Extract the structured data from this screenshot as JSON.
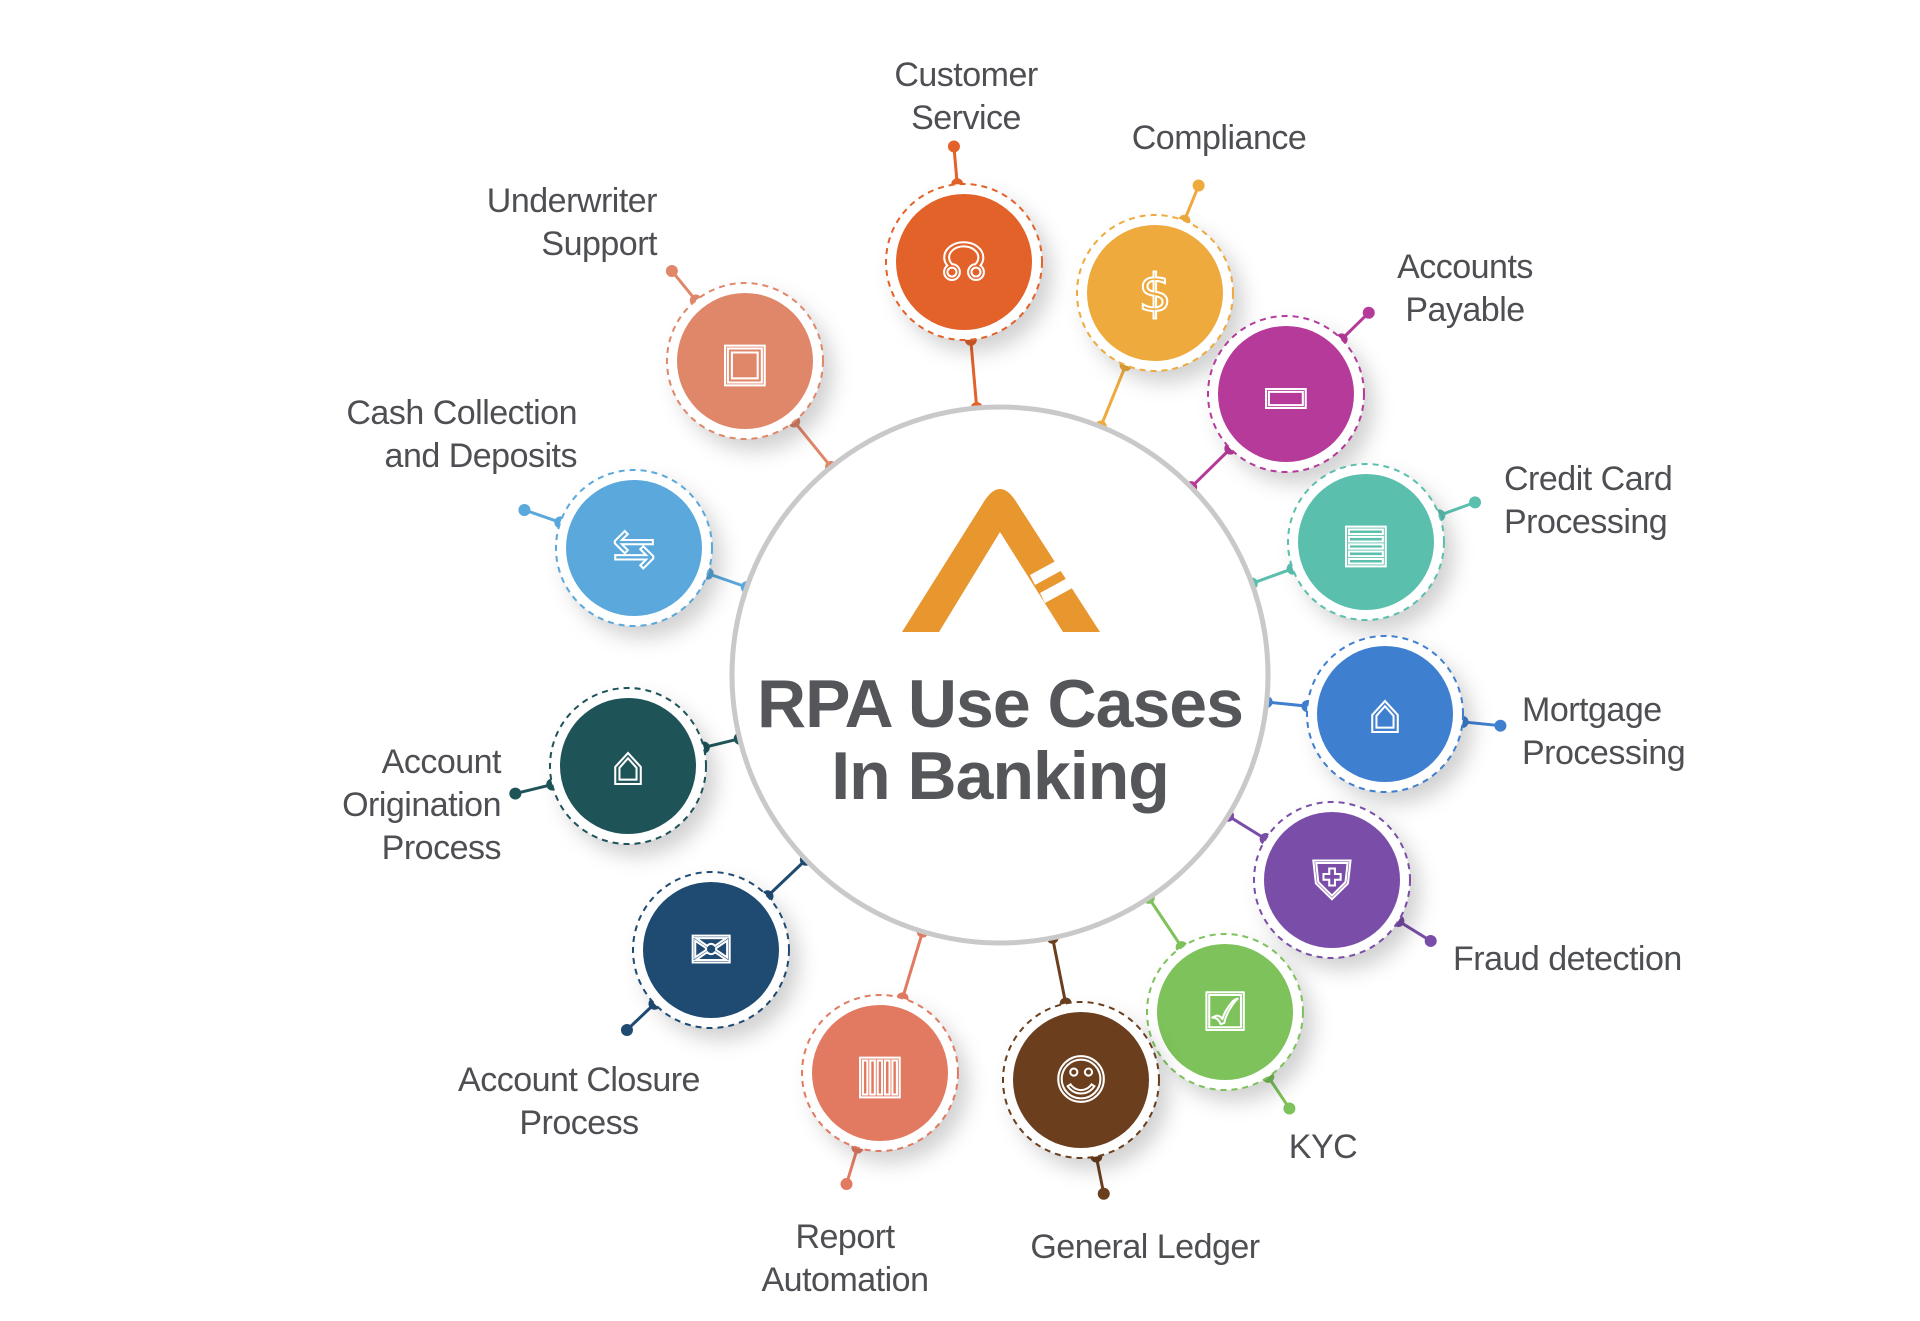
{
  "title": {
    "line1": "RPA Use Cases",
    "line2": "In Banking"
  },
  "colors": {
    "logo": "#e8962e",
    "ring": "#c9c9c9",
    "text": "#4d4f53"
  },
  "use_cases": [
    {
      "lines": [
        "Customer",
        "Service"
      ],
      "icon": "headset-agent-icon",
      "color": "#e2622a"
    },
    {
      "lines": [
        "Compliance"
      ],
      "icon": "dollar-book-icon",
      "color": "#eeaa3c"
    },
    {
      "lines": [
        "Accounts",
        "Payable"
      ],
      "icon": "computer-card-payment-icon",
      "color": "#b53a9a"
    },
    {
      "lines": [
        "Credit Card",
        "Processing"
      ],
      "icon": "card-terminal-icon",
      "color": "#5bbfae"
    },
    {
      "lines": [
        "Mortgage",
        "Processing"
      ],
      "icon": "house-coins-icon",
      "color": "#3f7fcf"
    },
    {
      "lines": [
        "Fraud detection"
      ],
      "icon": "shield-person-icon",
      "color": "#7a4ea8"
    },
    {
      "lines": [
        "KYC"
      ],
      "icon": "checklist-clipboard-icon",
      "color": "#7dc25a"
    },
    {
      "lines": [
        "General Ledger"
      ],
      "icon": "person-laptop-icon",
      "color": "#6b3f1e"
    },
    {
      "lines": [
        "Report",
        "Automation"
      ],
      "icon": "tablet-chart-icon",
      "color": "#e27a62"
    },
    {
      "lines": [
        "Account Closure",
        "Process"
      ],
      "icon": "mail-phone-percent-icon",
      "color": "#1f4a72"
    },
    {
      "lines": [
        "Account",
        "Origination",
        "Process"
      ],
      "icon": "bank-money-bag-icon",
      "color": "#1e5458"
    },
    {
      "lines": [
        "Cash Collection",
        "and Deposits"
      ],
      "icon": "phone-cash-transfer-icon",
      "color": "#5aa8dc"
    },
    {
      "lines": [
        "Underwriter",
        "Support"
      ],
      "icon": "document-person-icon",
      "color": "#e0876a"
    }
  ]
}
